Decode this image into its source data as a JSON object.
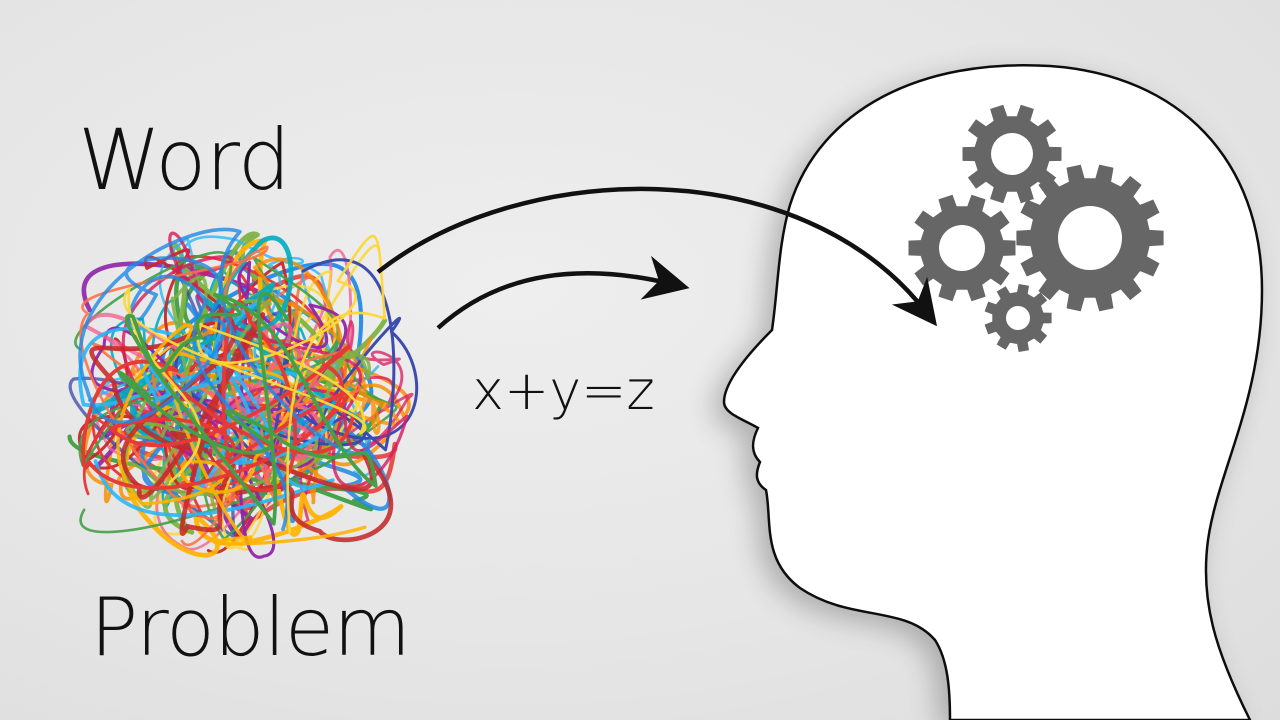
{
  "title_word": "Word",
  "title_problem": "Problem",
  "equation": "x+y=z",
  "colors": {
    "background": "#e9e9e9",
    "head_fill": "#ffffff",
    "head_outline": "#111111",
    "gear": "#666666",
    "arrow": "#111111",
    "tangle": [
      "#e53935",
      "#1e88e5",
      "#fdd835",
      "#43a047",
      "#fb8c00",
      "#8e24aa",
      "#00acc1",
      "#f06292",
      "#3949ab",
      "#d81b60",
      "#7cb342",
      "#ff7043",
      "#29b6f6",
      "#c62828",
      "#ffb300"
    ]
  },
  "icons": [
    "tangled-scribble-icon",
    "head-silhouette-icon",
    "gears-icon",
    "arrow-icon"
  ]
}
